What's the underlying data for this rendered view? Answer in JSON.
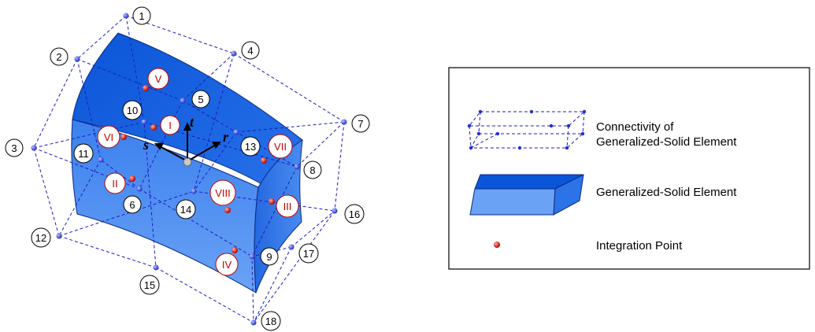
{
  "diagram": {
    "nodes": [
      "1",
      "2",
      "3",
      "4",
      "5",
      "6",
      "7",
      "8",
      "9",
      "10",
      "11",
      "12",
      "13",
      "14",
      "15",
      "16",
      "17",
      "18"
    ],
    "integration_points": [
      "I",
      "II",
      "III",
      "IV",
      "V",
      "VI",
      "VII",
      "VIII"
    ],
    "axes": {
      "r": "r",
      "s": "s",
      "t": "t"
    }
  },
  "legend": {
    "connectivity_line1": "Connectivity of",
    "connectivity_line2": "Generalized-Solid Element",
    "element": "Generalized-Solid Element",
    "integration_point": "Integration Point"
  },
  "colors": {
    "solid_front": "#4f8ff2",
    "solid_top": "#0f5fe0",
    "solid_side": "#2b74e8",
    "dashed_lines": "#1c1cc0",
    "node": "#1f2fd0",
    "integration_point": "#cc1010",
    "label_red": "#c00000"
  }
}
